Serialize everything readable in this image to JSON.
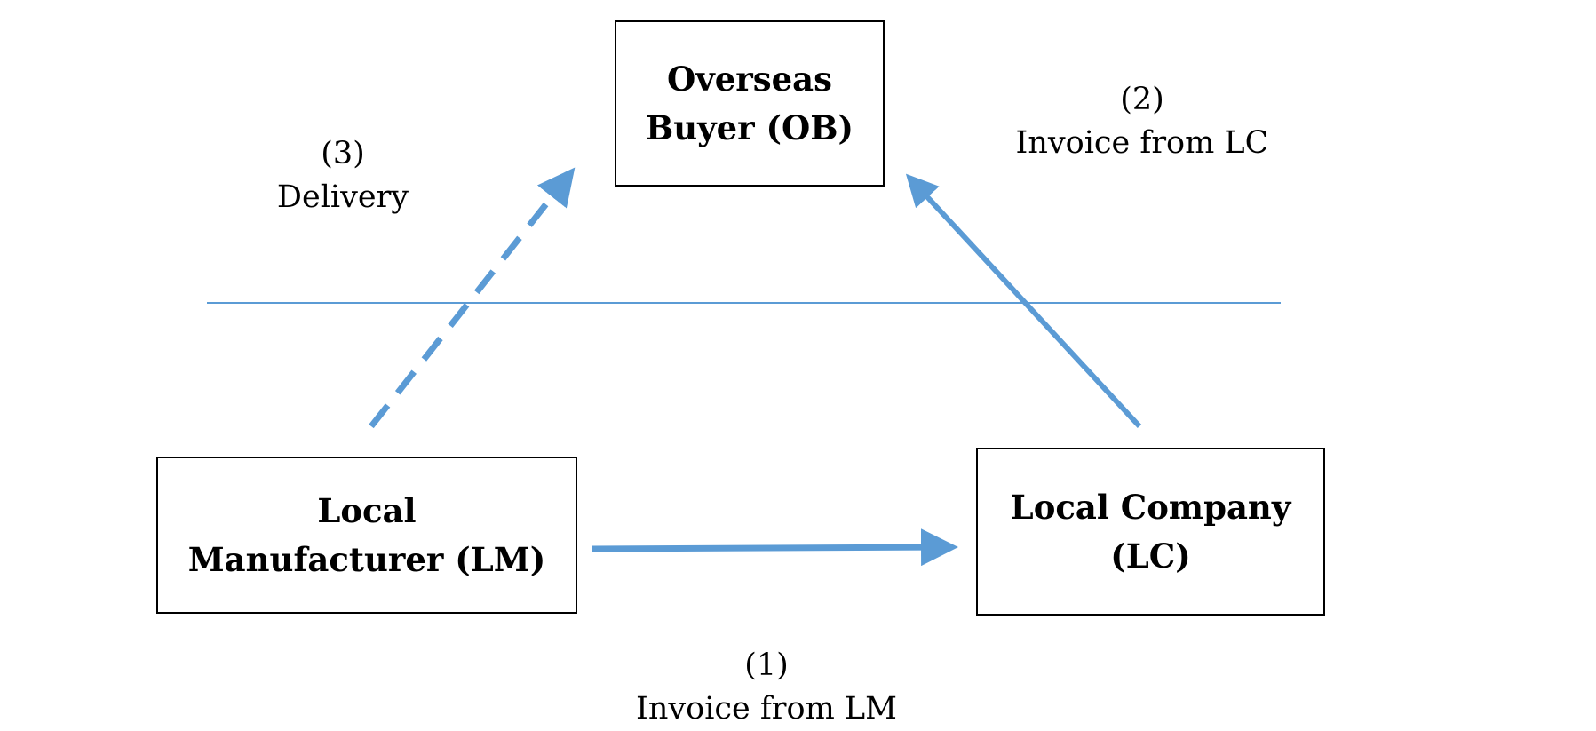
{
  "colors": {
    "arrow": "#5b9bd5",
    "box_border": "#000000",
    "text": "#000000",
    "background": "#ffffff"
  },
  "nodes": {
    "overseas_buyer": {
      "line1": "Overseas",
      "line2": "Buyer (OB)"
    },
    "local_manufacturer": {
      "line1": "Local",
      "line2": "Manufacturer (LM)"
    },
    "local_company": {
      "line1": "Local Company",
      "line2": "(LC)"
    }
  },
  "labels": {
    "step1": {
      "number": "(1)",
      "text": "Invoice from LM"
    },
    "step2": {
      "number": "(2)",
      "text": "Invoice from LC"
    },
    "step3": {
      "number": "(3)",
      "text": "Delivery"
    }
  }
}
